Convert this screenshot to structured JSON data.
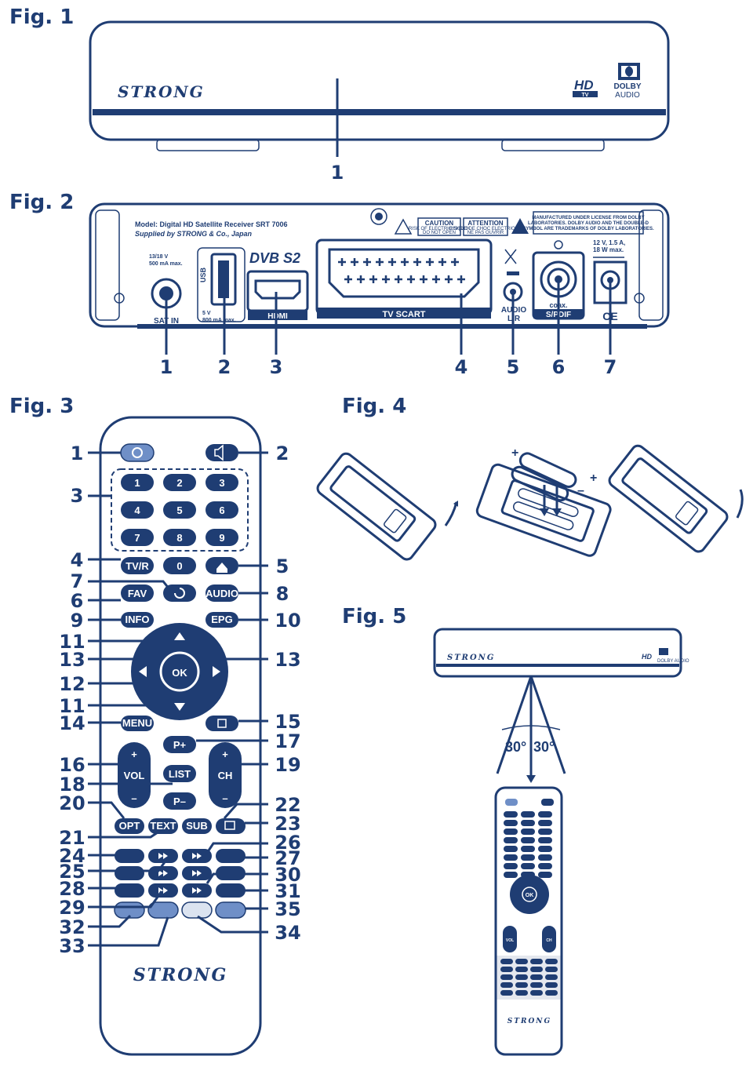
{
  "figures": {
    "fig1": "Fig. 1",
    "fig2": "Fig. 2",
    "fig3": "Fig. 3",
    "fig4": "Fig. 4",
    "fig5": "Fig. 5"
  },
  "front": {
    "brand": "STRONG",
    "hd": "HD",
    "tv": "TV",
    "dolby_1": "DOLBY",
    "dolby_2": "AUDIO",
    "callouts": [
      "1"
    ]
  },
  "rear": {
    "model": "Model: Digital HD Satellite Receiver SRT 7006",
    "supplied": "Supplied by STRONG & Co., Japan",
    "lnb_1": "13/18 V",
    "lnb_2": "500 mA max.",
    "sat_in": "SAT IN",
    "usb": "USB",
    "usb_1": "5 V",
    "usb_2": "800 mA max.",
    "dvb": "DVB S2",
    "hdmi": "HDMI",
    "tv_scart": "TV SCART",
    "caution": "CAUTION",
    "caution_sub_1": "RISK OF ELECTRIC SHOCK",
    "caution_sub_2": "DO NOT OPEN",
    "attention": "ATTENTION",
    "attention_sub_1": "RISQUE DE CHOC ELECTRIQUE",
    "attention_sub_2": "NE PAS OUVRIR",
    "license_1": "MANUFACTURED UNDER LICENSE FROM DOLBY",
    "license_2": "LABORATORIES. DOLBY AUDIO AND THE DOUBLE-D",
    "license_3": "SYMBOL ARE TRADEMARKS OF DOLBY LABORATORIES.",
    "power_1": "12 V, 1.5 A,",
    "power_2": "18 W max.",
    "audio_1": "AUDIO",
    "audio_2": "L/R",
    "coax": "coax.",
    "spdif": "S/PDIF",
    "ce": "CE",
    "callouts": [
      "1",
      "2",
      "3",
      "4",
      "5",
      "6",
      "7"
    ]
  },
  "remote": {
    "digits": [
      "1",
      "2",
      "3",
      "4",
      "5",
      "6",
      "7",
      "8",
      "9",
      "0"
    ],
    "tvr": "TV/R",
    "fav": "FAV",
    "audio": "AUDIO",
    "info": "INFO",
    "epg": "EPG",
    "ok": "OK",
    "menu": "MENU",
    "p_plus": "P+",
    "p_minus": "P–",
    "list": "LIST",
    "vol": "VOL",
    "ch": "CH",
    "plus": "+",
    "minus": "–",
    "opt": "OPT",
    "text": "TEXT",
    "sub": "SUB",
    "brand": "STRONG",
    "callouts": [
      "1",
      "2",
      "3",
      "4",
      "5",
      "7",
      "6",
      "8",
      "9",
      "10",
      "11",
      "13",
      "12",
      "11",
      "13",
      "14",
      "15",
      "17",
      "16",
      "19",
      "18",
      "20",
      "22",
      "23",
      "21",
      "26",
      "24",
      "27",
      "25",
      "30",
      "28",
      "31",
      "29",
      "35",
      "32",
      "34",
      "33"
    ]
  },
  "battery": {
    "plus": "+",
    "minus": "–"
  },
  "reception": {
    "brand": "STRONG",
    "hd": "HD",
    "dolby": "DOLBY AUDIO",
    "angle_left": "30°",
    "angle_right": "30°",
    "mini_ok": "OK",
    "mini_vol": "VOL",
    "mini_ch": "CH",
    "mini_brand": "STRONG"
  },
  "colors": {
    "ink": "#1f3d73",
    "light_button": "#dbe3f0"
  }
}
